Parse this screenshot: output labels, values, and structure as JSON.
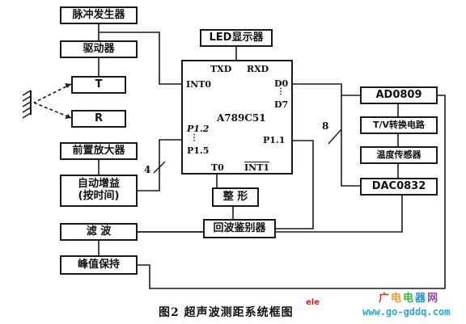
{
  "boxes": {
    "pulse_generator": "脉冲发生器",
    "driver": "驱动器",
    "transmitter": "T",
    "receiver": "R",
    "preamplifier": "前置放大器",
    "auto_gain_line1": "自动增益",
    "auto_gain_line2": "(按时间)",
    "filter": "滤  波",
    "peak_hold": "峰值保持",
    "led_display": "LED显示器",
    "shaper": "整 形",
    "echo_discriminator": "回波鉴别器",
    "adc": "AD0809",
    "tv_converter": "T/V转换电路",
    "temp_sensor": "温度传感器",
    "dac": "DAC0832"
  },
  "mcu": {
    "name": "A789C51",
    "pins": {
      "txd": "TXD",
      "rxd": "RXD",
      "int0": "INT0",
      "d0": "D0",
      "d7": "D7",
      "dots": "⋮",
      "p12": "P1.2",
      "p15": "P1.5",
      "p11": "P1.1",
      "t0": "T0",
      "int1": "INT1"
    }
  },
  "bus_labels": {
    "bus4": "4",
    "bus8": "8"
  },
  "caption": "图2   超声波测距系统框图",
  "watermark": {
    "logo_text": "ele",
    "site_name": "广电电器网",
    "url": "www.go-gddq.com"
  },
  "colors": {
    "watermark_name_colors": [
      "#e8352b",
      "#f29a1f",
      "#3bb34a",
      "#1f8fd6",
      "#9b3fb5"
    ],
    "watermark_url": "#2aa7d6",
    "logo_red": "#d42020"
  }
}
